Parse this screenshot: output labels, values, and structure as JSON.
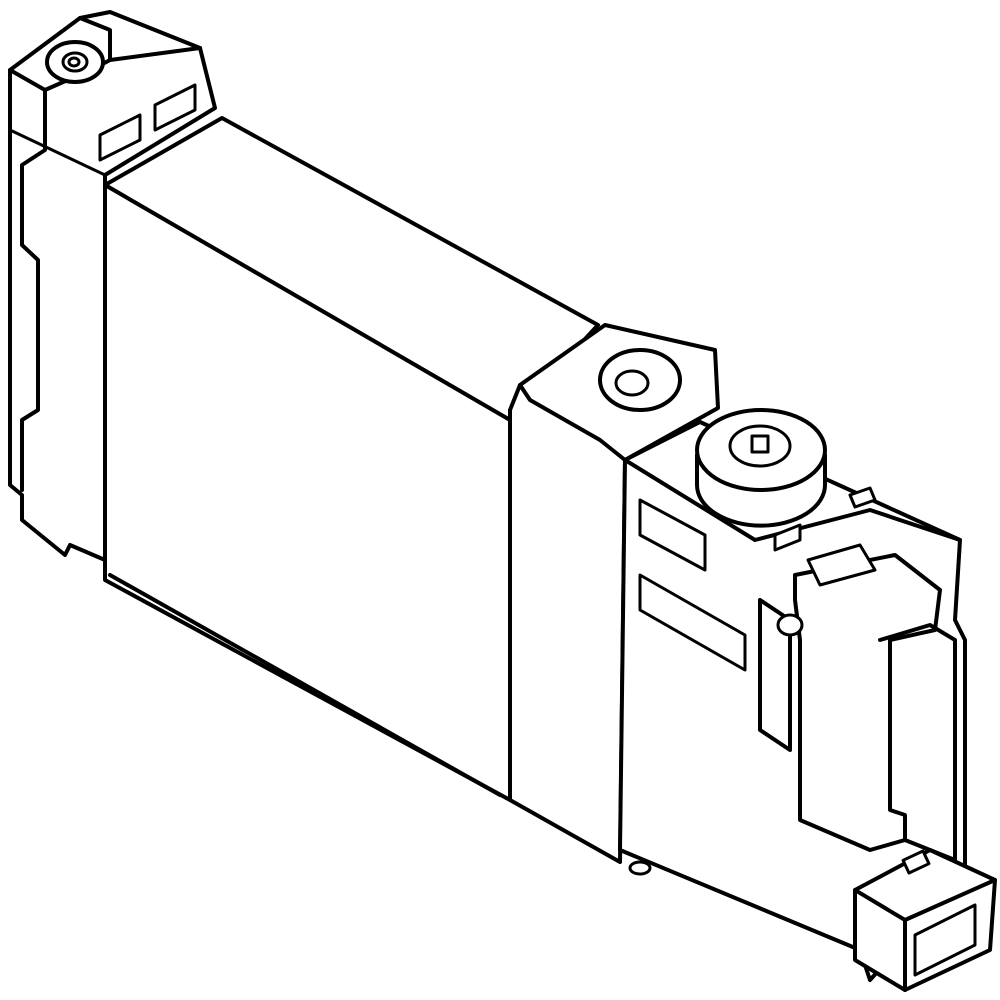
{
  "colors": {
    "stroke": "#000000",
    "background": "#ffffff"
  },
  "parts": [
    "left-end-cap",
    "main-valve-body",
    "mounting-screw",
    "middle-block",
    "solenoid-coil-housing",
    "manual-override",
    "electrical-connector"
  ]
}
